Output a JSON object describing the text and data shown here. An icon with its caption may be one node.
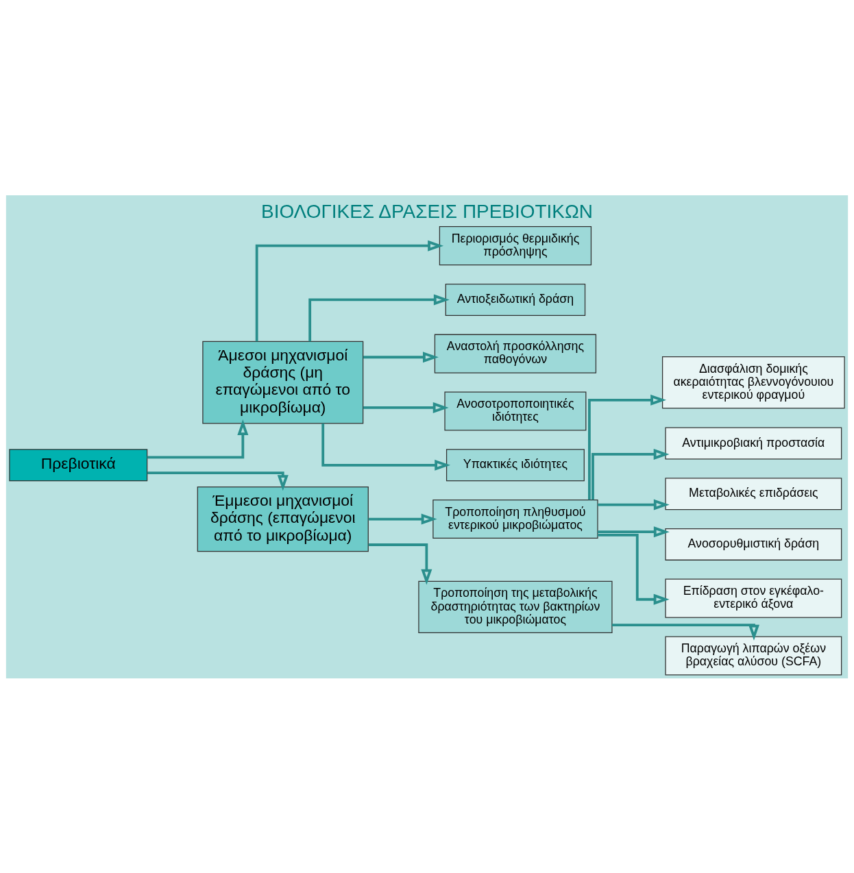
{
  "diagram": {
    "title": "ΒΙΟΛΟΓΙΚΕΣ ΔΡΑΣΕΙΣ ΠΡΕΒΙΟΤΙΚΩΝ",
    "nodes": [
      {
        "text": [
          "Πρεβιοτικά"
        ]
      },
      {
        "text": [
          "Άμεσοι μηχανισμοί δράσης (μη επαγώμενοι από το μικροβίωμα)"
        ]
      },
      {
        "text": [
          "Περιορισμός θερμιδικής πρόσληψης"
        ]
      },
      {
        "text": [
          "Αντιοξειδωτική δράση"
        ]
      },
      {
        "text": [
          "Αναστολή προσκόλλησης παθογόνων"
        ]
      },
      {
        "text": [
          "Ανοσοτροποποιητικές ιδιότητες"
        ]
      },
      {
        "text": [
          "Υπακτικές ιδιότητες"
        ]
      },
      {
        "text": [
          "Έμμεσοι μηχανισμοί δράσης (επαγώμενοι από το μικροβίωμα)"
        ]
      },
      {
        "text": [
          "Τροποποίηση πληθυσμού εντερικού μικροβιώματος"
        ]
      },
      {
        "text": [
          "Τροποποίηση της μεταβολικής δραστηριότητας των βακτηρίων του μικροβιώματος"
        ]
      },
      {
        "text": [
          "Διασφάλιση δομικής ακεραιότητας βλεννογόνουιου εντερικού φραγμού"
        ]
      },
      {
        "text": [
          "Αντιμικροβιακή προστασία"
        ]
      },
      {
        "text": [
          "Μεταβολικές επιδράσεις"
        ]
      },
      {
        "text": [
          "Ανοσορυθμιστική δράση"
        ]
      },
      {
        "text": [
          "Επίδραση στον εγκέφαλο-εντερικό άξονα"
        ]
      },
      {
        "text": [
          "Παραγωγή λιπαρών οξέων βραχείας αλύσου (SCFA)"
        ]
      }
    ],
    "edges": [
      {
        "from": 0,
        "to": 1,
        "arrow": "to"
      },
      {
        "from": 0,
        "to": 7,
        "arrow": "to"
      },
      {
        "from": 1,
        "to": 2,
        "arrow": "to"
      },
      {
        "from": 1,
        "to": 3,
        "arrow": "to"
      },
      {
        "from": 1,
        "to": 4,
        "arrow": "to"
      },
      {
        "from": 1,
        "to": 5,
        "arrow": "to"
      },
      {
        "from": 1,
        "to": 6,
        "arrow": "to"
      },
      {
        "from": 7,
        "to": 8,
        "arrow": "to"
      },
      {
        "from": 7,
        "to": 9,
        "arrow": "to"
      },
      {
        "from": 8,
        "to": 10,
        "arrow": "to"
      },
      {
        "from": 8,
        "to": 11,
        "arrow": "to"
      },
      {
        "from": 8,
        "to": 12,
        "arrow": "to"
      },
      {
        "from": 8,
        "to": 13,
        "arrow": "to"
      },
      {
        "from": 8,
        "to": 14,
        "arrow": "to"
      },
      {
        "from": 9,
        "to": 15,
        "arrow": "to"
      }
    ]
  }
}
